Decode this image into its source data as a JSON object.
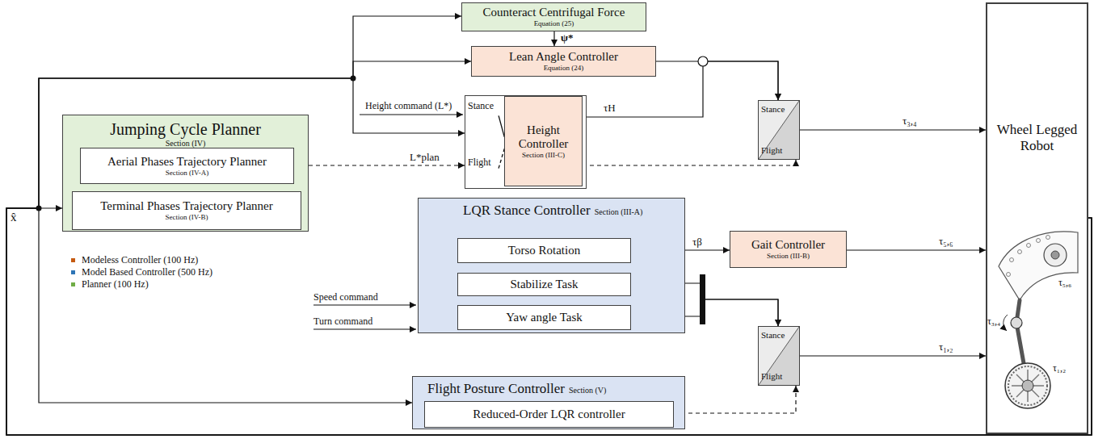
{
  "diagram": {
    "nodes": [
      {
        "text": [
          "Counteract Centrifugal Force",
          "Equation (25)"
        ]
      },
      {
        "text": [
          "Lean Angle Controller",
          "Equation (24)"
        ]
      },
      {
        "text": [
          "Jumping Cycle Planner",
          "Section (IV)"
        ]
      },
      {
        "text": [
          "Aerial Phases Trajectory Planner",
          "Section (IV-A)"
        ],
        "in": 2
      },
      {
        "text": [
          "Terminal Phases Trajectory Planner",
          "Section (IV-B)"
        ],
        "in": 2
      },
      {
        "text": [
          "Stance",
          "Flight"
        ]
      },
      {
        "text": [
          "Height Controller",
          "Section (III-C)"
        ],
        "in": 5
      },
      {
        "text": [
          "Stance",
          "Flight"
        ]
      },
      {
        "text": [
          "Wheel Legged Robot"
        ]
      },
      {
        "text": [
          "LQR Stance Controller",
          "Section (III-A)"
        ]
      },
      {
        "text": [
          "Torso Rotation"
        ],
        "in": 9
      },
      {
        "text": [
          "Stabilize Task"
        ],
        "in": 9
      },
      {
        "text": [
          "Yaw angle Task"
        ],
        "in": 9
      },
      {
        "text": [
          "Gait Controller",
          "Section (III-B)"
        ]
      },
      {
        "text": [
          "Stance",
          "Flight"
        ]
      },
      {
        "text": [
          "Flight Posture Controller",
          "Section (V)"
        ]
      },
      {
        "text": [
          "Reduced-Order LQR controller"
        ],
        "in": 15
      }
    ],
    "edges": [
      {
        "from": 8,
        "to": 0,
        "arrow": "to"
      },
      {
        "from": 8,
        "to": 1,
        "arrow": "to"
      },
      {
        "from": 8,
        "to": 5,
        "arrow": "to"
      },
      {
        "from": 8,
        "to": 2,
        "arrow": "to"
      },
      {
        "from": 8,
        "to": 15,
        "arrow": "to"
      },
      {
        "from": 0,
        "to": 1,
        "label": "ψ*",
        "arrow": "to"
      },
      {
        "from": 1,
        "to": 7,
        "arrow": "to"
      },
      {
        "from": 6,
        "to": 7,
        "label": "τH",
        "arrow": "to"
      },
      {
        "from": 3,
        "to": 5,
        "label": "L*plan",
        "arrow": "to"
      },
      {
        "from": 6,
        "to": 7,
        "arrow": "to"
      },
      {
        "from": 7,
        "to": 8,
        "label": "τ₃,₄",
        "arrow": "to"
      },
      {
        "from": 10,
        "to": 13,
        "label": "τβ",
        "arrow": "to"
      },
      {
        "from": 13,
        "to": 8,
        "label": "τ₅,₆",
        "arrow": "to"
      },
      {
        "from": 11,
        "to": 14,
        "arrow": "to"
      },
      {
        "from": 12,
        "to": 14,
        "arrow": "to"
      },
      {
        "from": 16,
        "to": 14,
        "arrow": "to"
      },
      {
        "from": 14,
        "to": 8,
        "label": "τ₁,₂",
        "arrow": "to"
      }
    ],
    "labels": [
      "Height command (L*)",
      "x̂",
      "Speed command",
      "Turn command",
      "τ₅,₆",
      "τ₃,₄",
      "τ₁,₂"
    ],
    "legend": [
      {
        "text": "Modeless Controller (100 Hz)",
        "color": "#c55a11"
      },
      {
        "text": "Model Based Controller (500 Hz)",
        "color": "#2e75b6"
      },
      {
        "text": "Planner (100 Hz)",
        "color": "#70ad47"
      }
    ]
  }
}
